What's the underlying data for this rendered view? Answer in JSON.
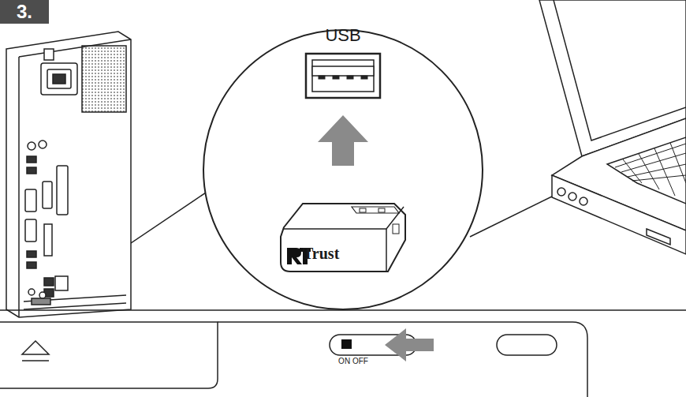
{
  "diagram": {
    "nodes": [
      {
        "text": [
          "3."
        ]
      }
    ],
    "labels": [
      "USB",
      "Trust",
      "ON OFF"
    ]
  }
}
